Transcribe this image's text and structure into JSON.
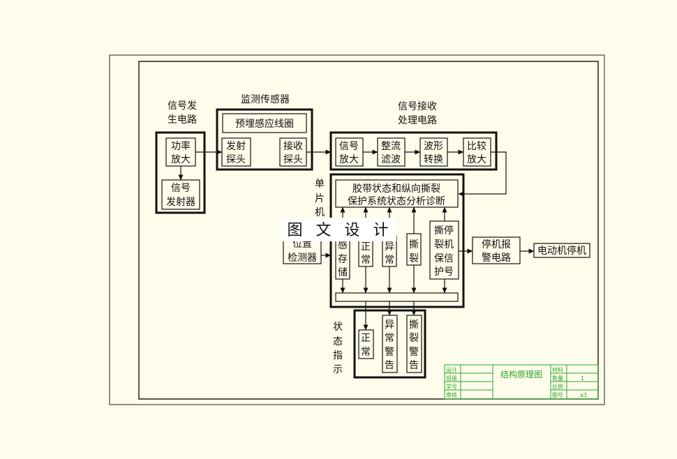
{
  "labels": {
    "signal_generator": [
      "信号发",
      "生电路"
    ],
    "sensor": "监测传感器",
    "receiver": [
      "信号接收",
      "处理电路"
    ],
    "mcu": [
      "单",
      "片",
      "机"
    ],
    "status_indicator": [
      "状",
      "态",
      "指",
      "示"
    ]
  },
  "blocks": {
    "power_amp": [
      "功率",
      "放大"
    ],
    "transmitter": [
      "信号",
      "发射器"
    ],
    "coil": "预埋感应线圈",
    "emit_probe": [
      "发射",
      "探头"
    ],
    "recv_probe": [
      "接收",
      "探头"
    ],
    "signal_amp": [
      "信号",
      "放大"
    ],
    "rectifier_filter": [
      "整流",
      "滤波"
    ],
    "waveform_convert": [
      "波形",
      "转换"
    ],
    "comparator_amp": [
      "比较",
      "放大"
    ],
    "diagnosis": [
      "胶带状态和纵向撕裂",
      "保护系统状态分析诊断"
    ],
    "sensor_storage": [
      "感",
      "存",
      "储"
    ],
    "normal": [
      "正",
      "常"
    ],
    "abnormal": [
      "异",
      "常"
    ],
    "tear": [
      "撕",
      "裂"
    ],
    "tear_stop": [
      "撕停",
      "裂机",
      "保信",
      "护号"
    ],
    "position_detector": [
      "位置",
      "检测器"
    ],
    "alarm_circuit": [
      "停机报",
      "警电路"
    ],
    "motor_stop": "电动机停机",
    "status_normal": [
      "正",
      "常"
    ],
    "status_abnormal": [
      "异",
      "常",
      "警",
      "告"
    ],
    "status_tear": [
      "撕",
      "裂",
      "警",
      "告"
    ]
  },
  "watermark": "图 文 设 计",
  "title_block": {
    "title": "结构原理图",
    "left_labels": [
      "设计",
      "班级",
      "学号",
      "审核"
    ],
    "right_labels": [
      "材料",
      "数量",
      "比例",
      "图号"
    ],
    "quantity": "1",
    "drawing_no": "a3"
  },
  "colors": {
    "background": "#fefcea",
    "line": "#111111",
    "title_block": "#2aa52a"
  }
}
